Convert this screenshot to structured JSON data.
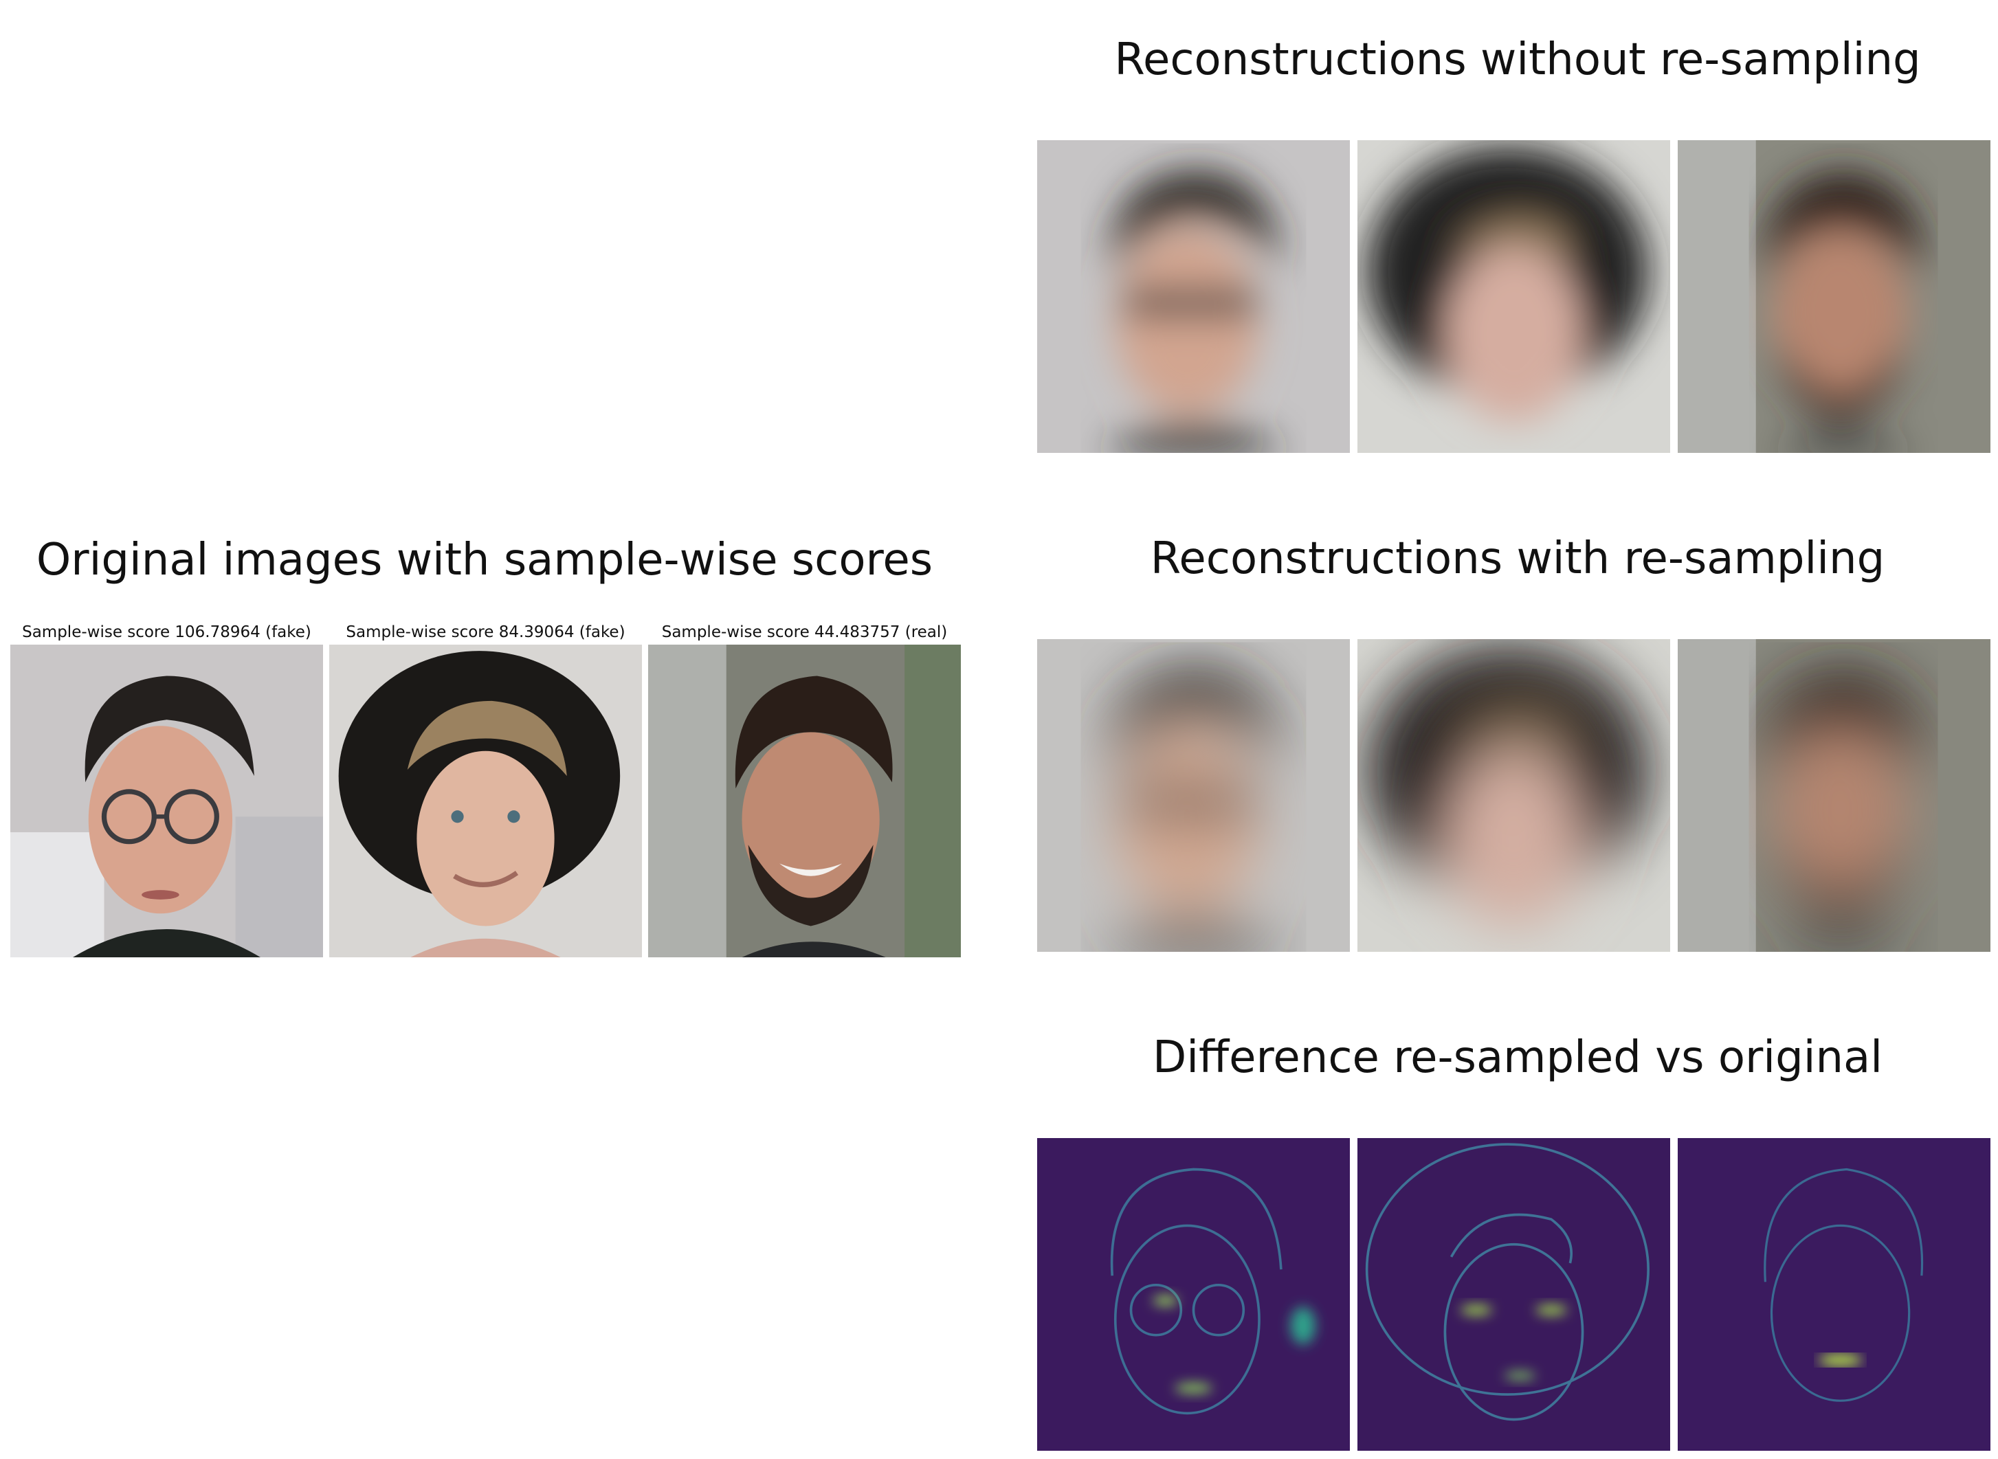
{
  "left_panel": {
    "title": "Original images with sample-wise scores",
    "captions": [
      "Sample-wise score 106.78964 (fake)",
      "Sample-wise score 84.39064 (fake)",
      "Sample-wise score 44.483757 (real)"
    ]
  },
  "right_panels": {
    "without_resampling": {
      "title": "Reconstructions without re-sampling"
    },
    "with_resampling": {
      "title": "Reconstructions with re-sampling"
    },
    "difference": {
      "title": "Difference re-sampled vs original"
    }
  }
}
